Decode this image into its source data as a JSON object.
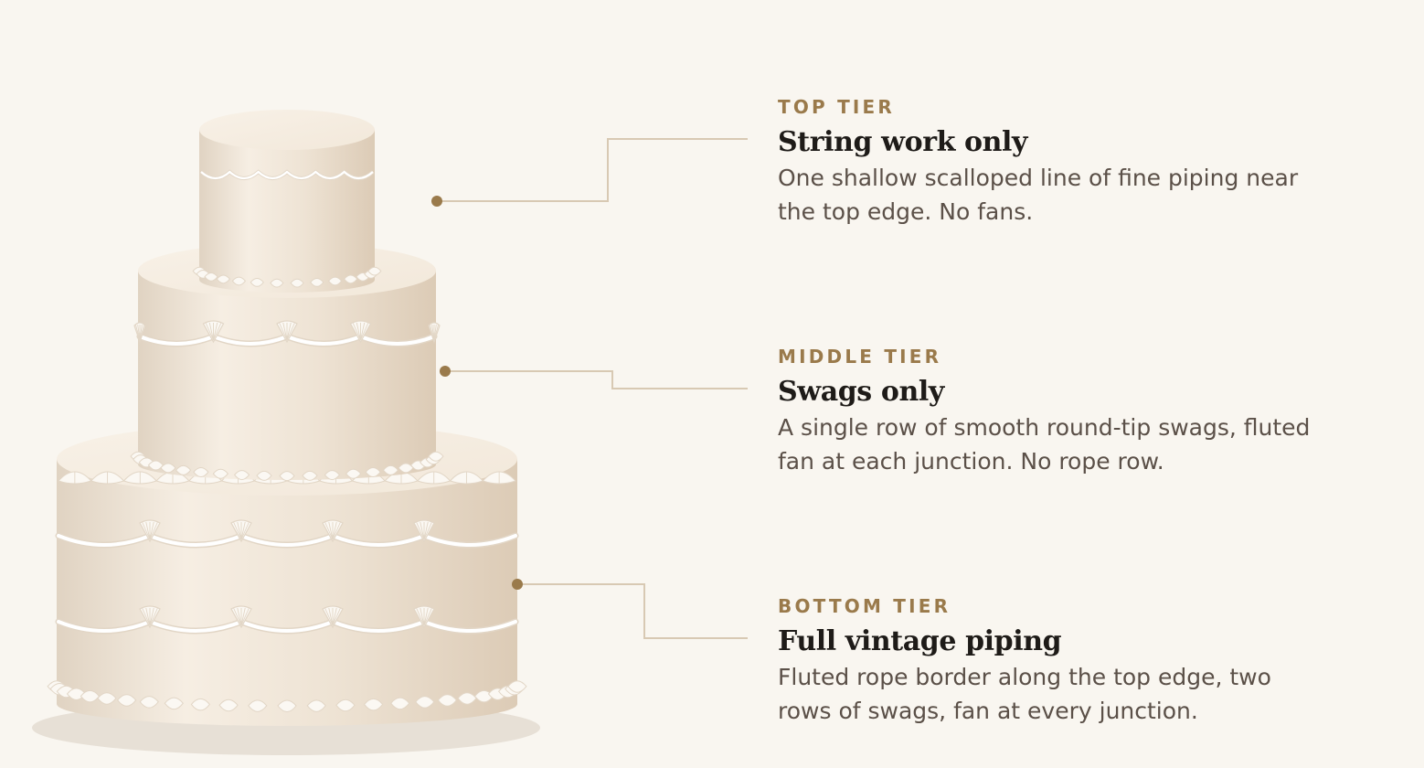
{
  "tiers": [
    {
      "key": "top",
      "eyebrow": "TOP TIER",
      "headline": "String work only",
      "description": "One shallow scalloped line of fine piping near the top edge. No fans."
    },
    {
      "key": "middle",
      "eyebrow": "MIDDLE TIER",
      "headline": "Swags only",
      "description": "A single row of smooth round-tip swags, fluted fan at each junction. No rope row."
    },
    {
      "key": "bottom",
      "eyebrow": "BOTTOM TIER",
      "headline": "Full vintage piping",
      "description": "Fluted rope border along the top edge, two rows of swags, fan at every junction."
    }
  ],
  "colors": {
    "background": "#f9f6f0",
    "accent": "#9a7a4b",
    "leader_line": "#d8c9b3",
    "fondant_light": "#f7efe4",
    "fondant_dark": "#dfd0bc",
    "piping": "#ffffff"
  }
}
